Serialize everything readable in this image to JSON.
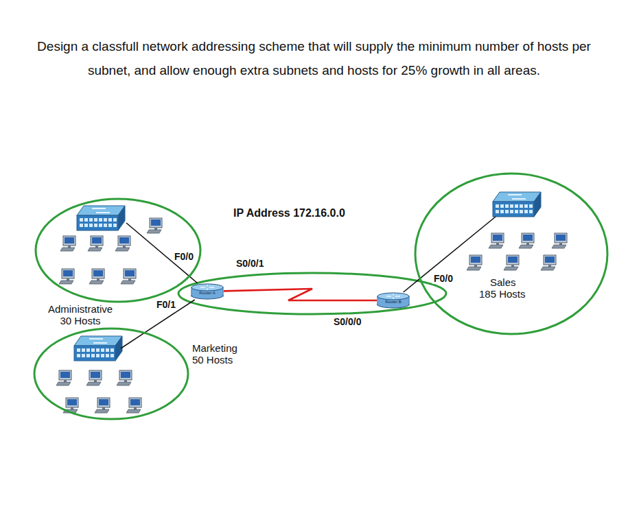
{
  "diagram": {
    "title": "Design a classfull network addressing scheme that will supply the minimum number of hosts per subnet, and allow enough extra subnets and hosts for 25% growth in all areas.",
    "nodes": [
      {
        "text": [
          "Administrative 30 Hosts"
        ]
      },
      {
        "text": [
          "Router A"
        ]
      },
      {
        "text": [
          "Marketing 50 Hosts"
        ]
      },
      {
        "text": [
          "Router B"
        ]
      },
      {
        "text": [
          "Sales 185 Hosts"
        ]
      }
    ],
    "edges": [
      {
        "from": 1,
        "to": 0,
        "arrow": "none"
      },
      {
        "from": 1,
        "to": 2,
        "arrow": "none"
      },
      {
        "from": 1,
        "to": 3,
        "arrow": "none"
      },
      {
        "from": 3,
        "to": 4,
        "arrow": "none"
      }
    ],
    "labels": [
      "IP Address 172.16.0.0",
      "F0/0",
      "S0/0/1",
      "F0/1",
      "S0/0/0",
      "F0/0"
    ]
  }
}
